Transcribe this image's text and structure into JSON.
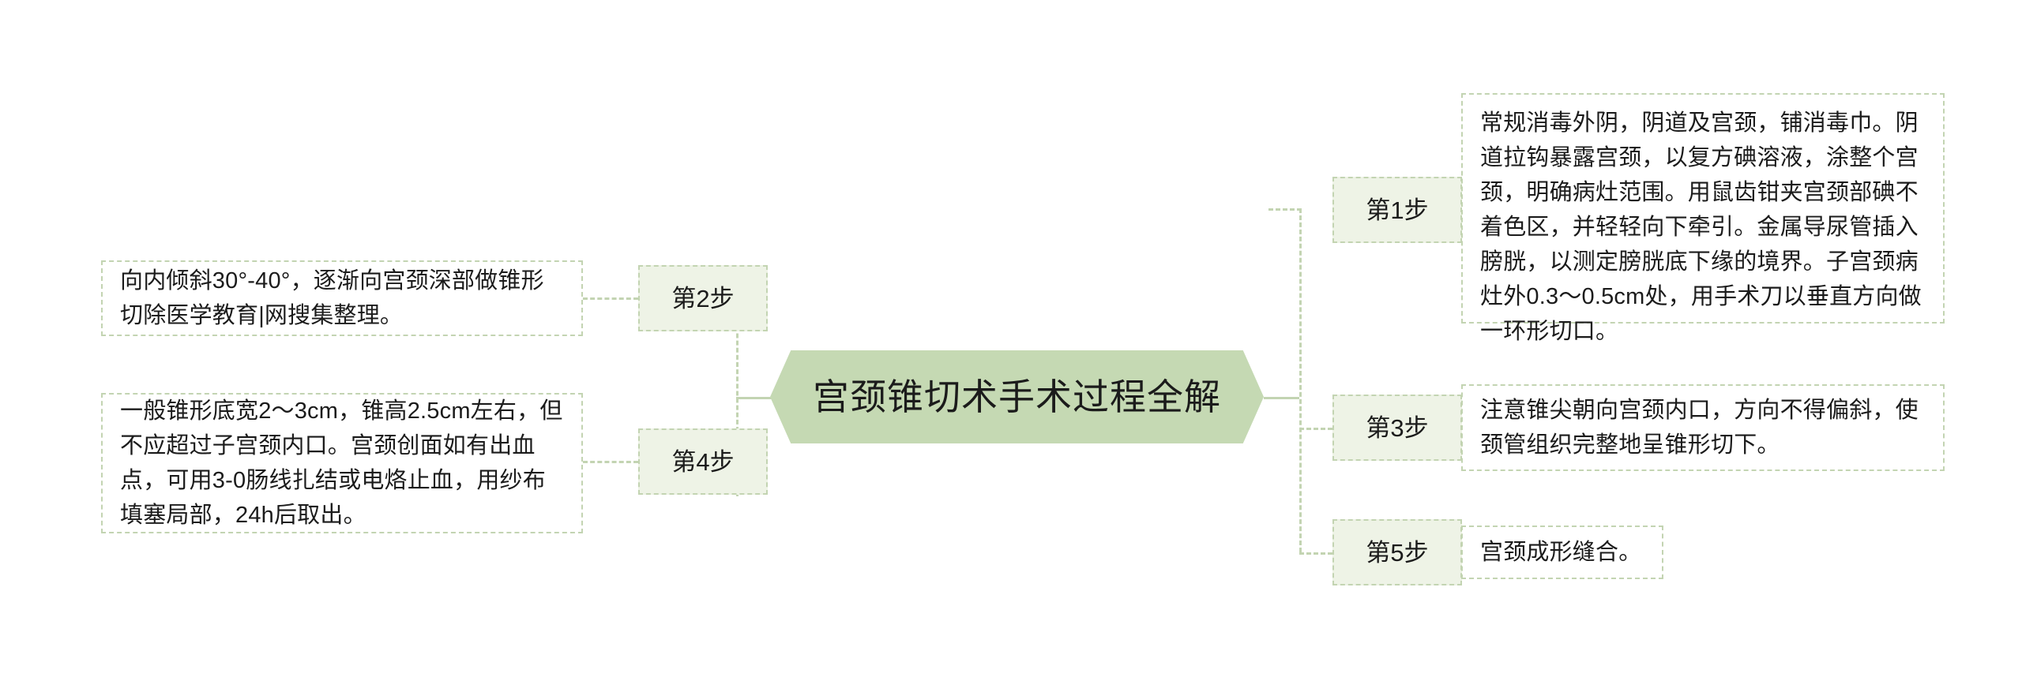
{
  "diagram": {
    "type": "mind-map",
    "center": {
      "title": "宫颈锥切术手术过程全解",
      "shape": "hexagon",
      "fill_color": "#c5d9b3"
    },
    "style": {
      "step_fill_color": "#eef3e6",
      "border_color": "#c3d4b2",
      "text_color": "#1b1b1b",
      "background_color": "#ffffff",
      "connector_style": "dashed"
    },
    "branches": {
      "left": [
        {
          "step_label": "第2步",
          "detail": "向内倾斜30°-40°，逐渐向宫颈深部做锥形切除医学教育|网搜集整理。"
        },
        {
          "step_label": "第4步",
          "detail": "一般锥形底宽2～3cm，锥高2.5cm左右，但不应超过子宫颈内口。宫颈创面如有出血点，可用3-0肠线扎结或电烙止血，用纱布填塞局部，24h后取出。"
        }
      ],
      "right": [
        {
          "step_label": "第1步",
          "detail": "常规消毒外阴，阴道及宫颈，铺消毒巾。阴道拉钩暴露宫颈，以复方碘溶液，涂整个宫颈，明确病灶范围。用鼠齿钳夹宫颈部碘不着色区，并轻轻向下牵引。金属导尿管插入膀胱，以测定膀胱底下缘的境界。子宫颈病灶外0.3～0.5cm处，用手术刀以垂直方向做一环形切口。"
        },
        {
          "step_label": "第3步",
          "detail": "注意锥尖朝向宫颈内口，方向不得偏斜，使颈管组织完整地呈锥形切下。"
        },
        {
          "step_label": "第5步",
          "detail": "宫颈成形缝合。"
        }
      ]
    }
  }
}
